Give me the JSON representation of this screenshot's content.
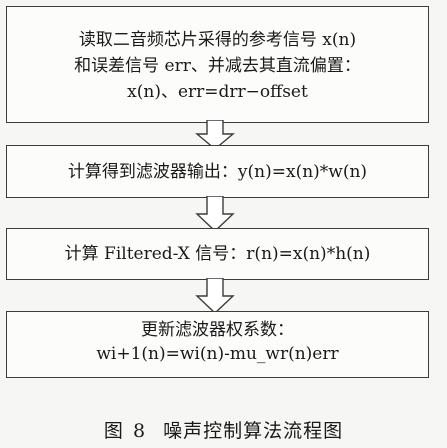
{
  "steps": [
    {
      "lines": [
        "读取二音频芯片采得的参考信号 x(n)",
        "和误差信号 err、并减去其直流偏置：",
        "x(n)、err=drr−offset"
      ]
    },
    {
      "lines": [
        "计算得到滤波器输出：y(n)=x(n)*w(n)"
      ]
    },
    {
      "lines": [
        "计算 Filtered-X 信号：r(n)=x(n)*h(n)"
      ]
    },
    {
      "lines": [
        "更新滤波器权系数：",
        "wi+1(n)=wi(n)-mu_wr(n)err"
      ]
    }
  ],
  "caption": {
    "figure": "图",
    "number": "8",
    "title": "噪声控制算法流程图"
  }
}
